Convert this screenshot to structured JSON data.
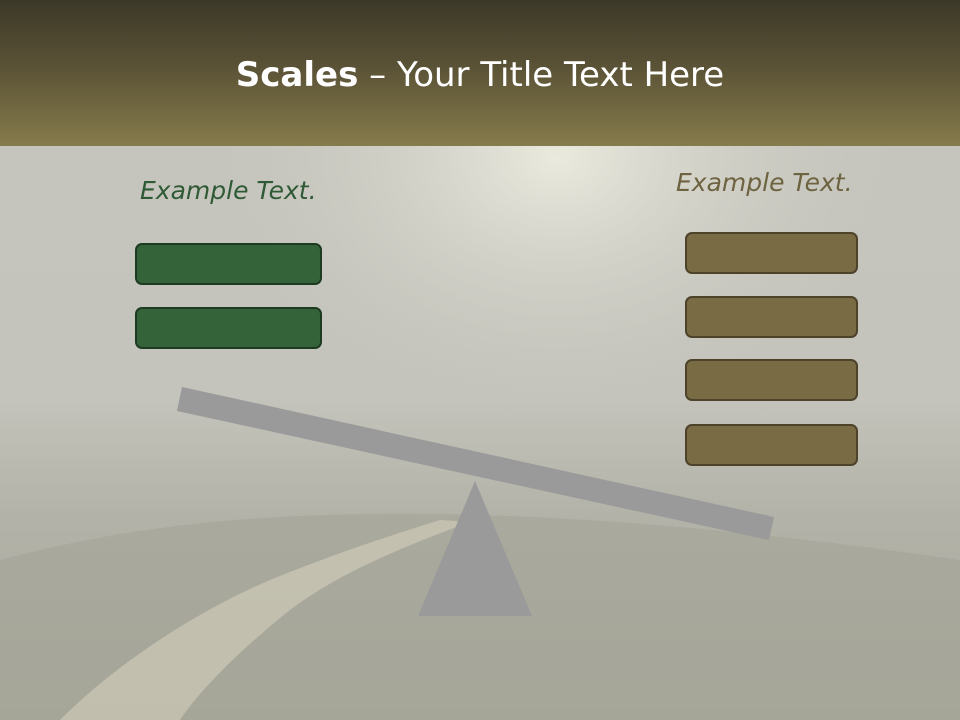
{
  "title": {
    "bold": "Scales",
    "rest": " – Your Title Text Here"
  },
  "left": {
    "label": "Example Text.",
    "box_color": "#356339",
    "box_count": 2
  },
  "right": {
    "label": "Example Text.",
    "box_color": "#796c45",
    "box_count": 4
  },
  "colors": {
    "header_dark": "#3c3828",
    "header_light": "#867b4c",
    "scale_gray": "#9a9a9a"
  }
}
